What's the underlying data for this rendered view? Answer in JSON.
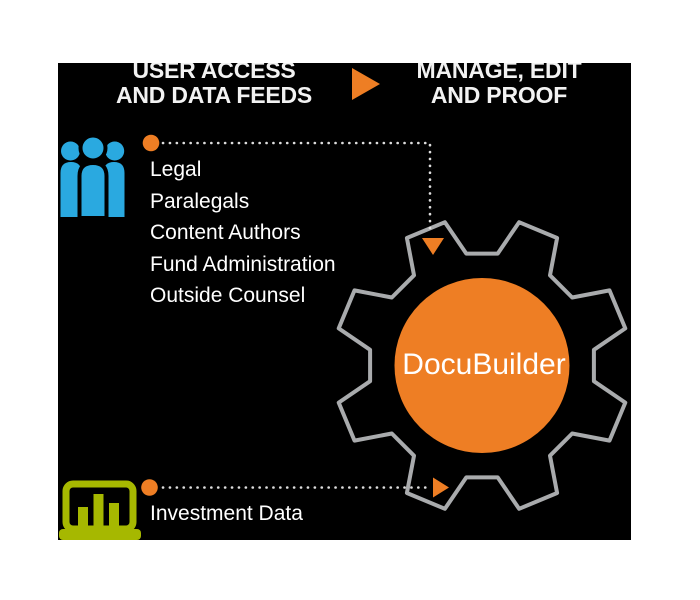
{
  "header": {
    "left": {
      "line1": "USER ACCESS",
      "line2": "AND DATA FEEDS"
    },
    "arrow_icon": "right-arrow",
    "right": {
      "line1": "MANAGE, EDIT",
      "line2": "AND PROOF"
    }
  },
  "user_access": {
    "icon": "users-group",
    "items": [
      "Legal",
      "Paralegals",
      "Content Authors",
      "Fund Administration",
      "Outside Counsel"
    ]
  },
  "data_feed": {
    "icon": "laptop-bar-chart",
    "label": "Investment Data"
  },
  "gear": {
    "label": "DocuBuilder"
  },
  "colors": {
    "pageBg": "#ffffff",
    "panelBg": "#000000",
    "orange": "#EE7E24",
    "blue": "#2AA9E0",
    "green": "#A6B800",
    "gearGray": "#A9ABAD",
    "dot": "#DDDDDD",
    "text": "#FFFFFF",
    "headerText": "#F2F2F2"
  }
}
